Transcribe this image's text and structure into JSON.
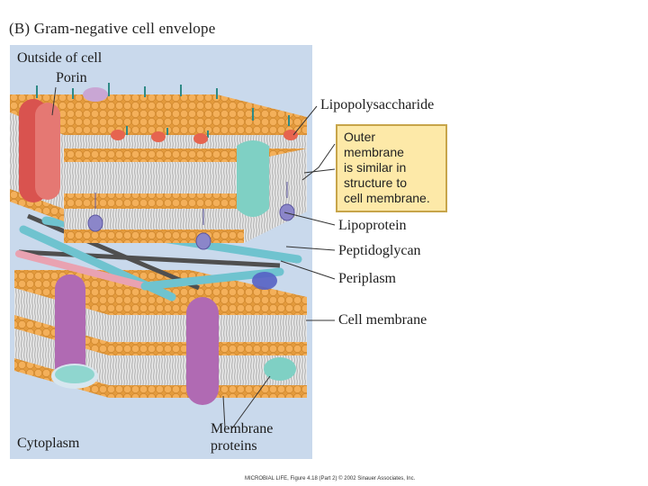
{
  "figure": {
    "title": "(B)  Gram-negative cell envelope",
    "outside_label": "Outside of cell",
    "cytoplasm_label": "Cytoplasm",
    "callouts": {
      "porin": "Porin",
      "lipopolysaccharide": "Lipopolysaccharide",
      "lipoprotein": "Lipoprotein",
      "peptidoglycan": "Peptidoglycan",
      "periplasm": "Periplasm",
      "cell_membrane": "Cell membrane",
      "membrane_proteins_line1": "Membrane",
      "membrane_proteins_line2": "proteins"
    },
    "note_lines": [
      "Outer",
      "membrane",
      "is similar in",
      "structure to",
      "cell membrane."
    ],
    "footer": "MICROBIAL LIFE, Figure 4.18 (Part 2)  © 2002 Sinauer Associates, Inc."
  },
  "colors": {
    "background": "#c9d9ec",
    "lipid_head": "#f2a94a",
    "lipid_tail": "#c8c8c8",
    "porin": "#d9534f",
    "membrane_protein": "#b06ab3",
    "teal_protein": "#7fd0c4",
    "peptidoglycan_rod": "#6fc3cf",
    "lps_chain": "#2f8a86",
    "lipoprotein": "#8b86c9",
    "note_fill": "#fde9a8"
  }
}
